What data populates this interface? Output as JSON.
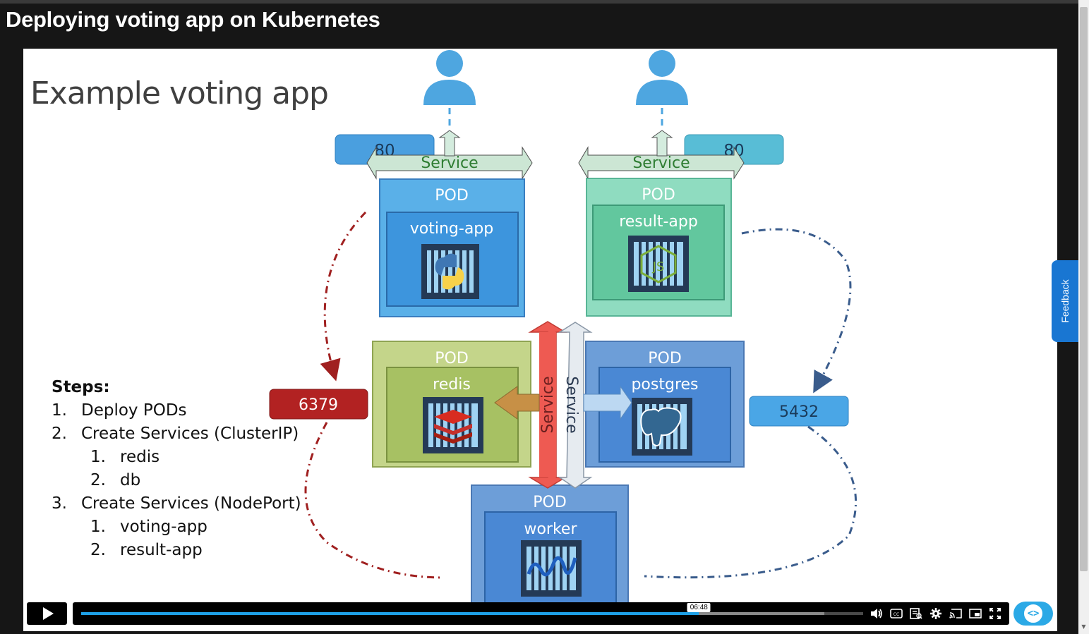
{
  "page": {
    "title": "Deploying voting app on Kubernetes"
  },
  "slide": {
    "heading": "Example voting app",
    "service_label": "Service",
    "ports": {
      "voting": "80",
      "result": "80",
      "redis": "6379",
      "postgres": "5432"
    },
    "pods": {
      "pod_label": "POD",
      "voting_app": "voting-app",
      "result_app": "result-app",
      "redis": "redis",
      "postgres": "postgres",
      "worker": "worker"
    },
    "steps": {
      "header": "Steps:",
      "items": [
        {
          "num": "1.",
          "text": "Deploy PODs"
        },
        {
          "num": "2.",
          "text": "Create Services (ClusterIP)"
        },
        {
          "num": "1.",
          "text": "redis"
        },
        {
          "num": "2.",
          "text": "db"
        },
        {
          "num": "3.",
          "text": "Create Services (NodePort)"
        },
        {
          "num": "1.",
          "text": "voting-app"
        },
        {
          "num": "2.",
          "text": "result-app"
        }
      ]
    }
  },
  "player": {
    "current_time": "06:48",
    "progress": 0.79,
    "buffered": 0.95,
    "controls": [
      "volume-icon",
      "captions-icon",
      "transcript-icon",
      "settings-icon",
      "cast-icon",
      "pip-icon",
      "fullscreen-icon"
    ]
  },
  "feedback": {
    "label": "Feedback"
  },
  "colors": {
    "blue_pod": "#5aa9e0",
    "green_pod": "#8fdcc0",
    "olive_pod": "#c4d58a",
    "navy_pod": "#6d9ed8",
    "redis_port": "#b22222",
    "progress": "#1ea0e6"
  }
}
